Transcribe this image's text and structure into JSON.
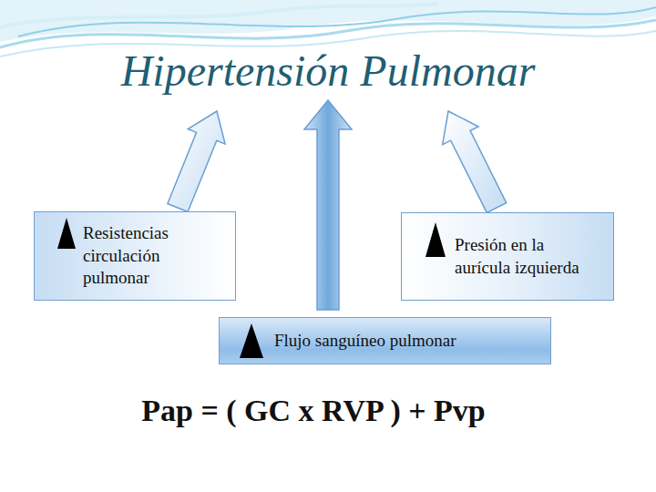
{
  "diagram": {
    "title": "Hipertensión Pulmonar",
    "nodes": [
      {
        "text": [
          "Resistencias circulación pulmonar"
        ]
      },
      {
        "text": [
          "Presión en la aurícula izquierda"
        ]
      },
      {
        "text": [
          "Flujo sanguíneo pulmonar"
        ]
      }
    ],
    "labels": [
      "Pap = ( GC x RVP ) + Pvp"
    ]
  }
}
